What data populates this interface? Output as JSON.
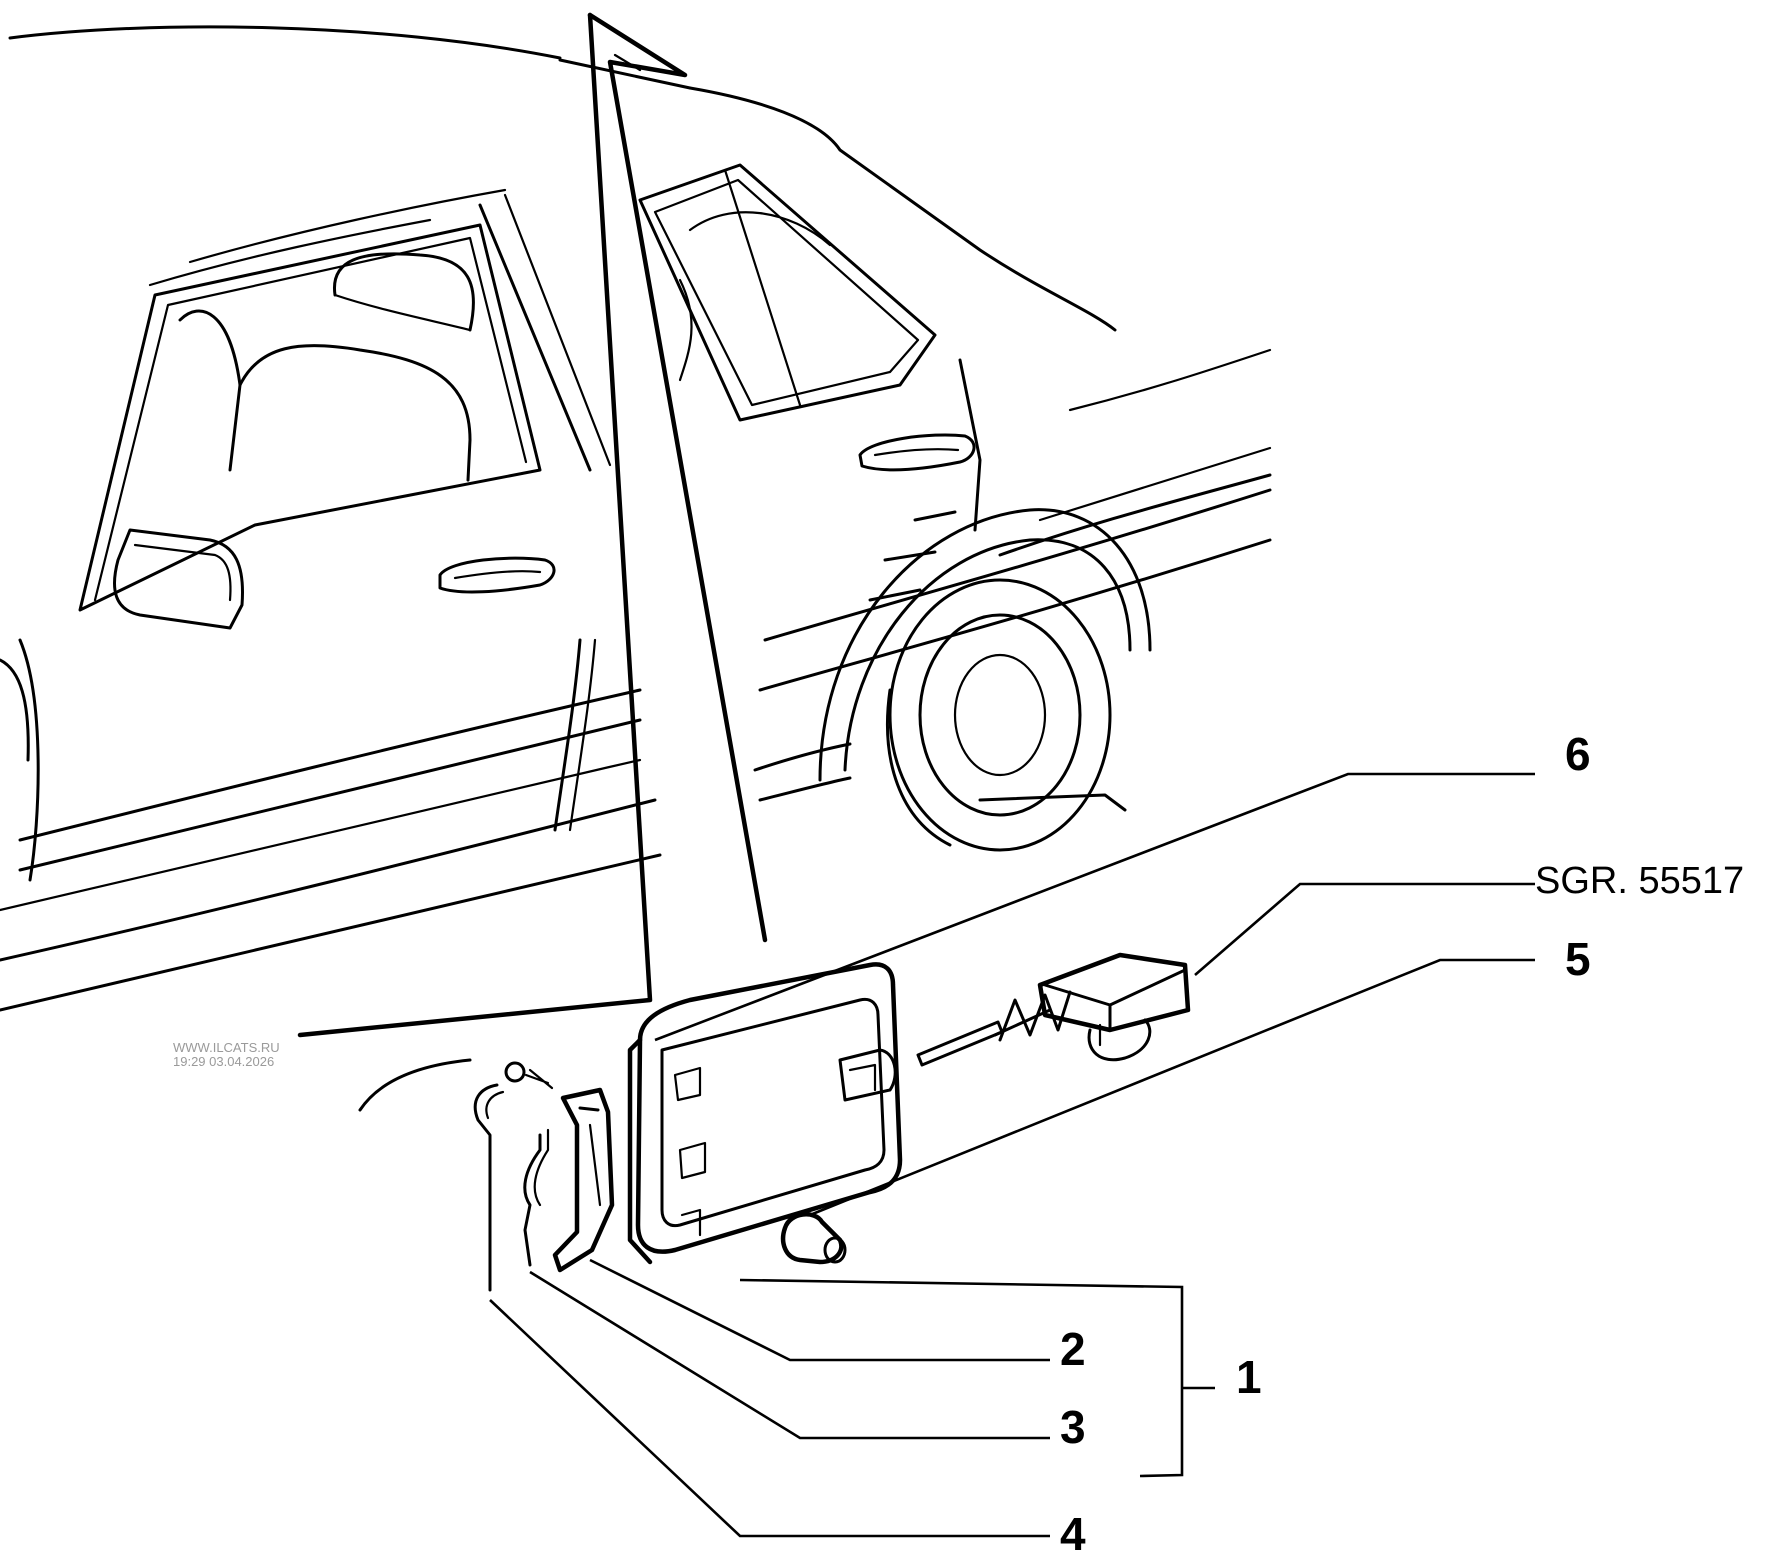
{
  "watermark": {
    "site": "WWW.ILCATS.RU",
    "timestamp": "19:29 03.04.2026"
  },
  "reference_code": "SGR. 55517",
  "callouts": {
    "c1": "1",
    "c2": "2",
    "c3": "3",
    "c4": "4",
    "c5": "5",
    "c6": "6"
  }
}
